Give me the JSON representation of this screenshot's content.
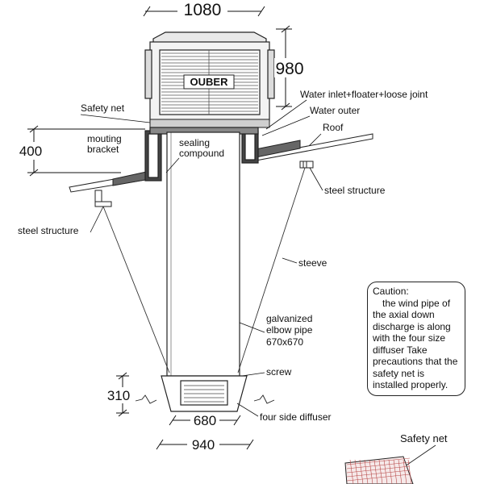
{
  "dimensions": {
    "top_width": "1080",
    "unit_height": "980",
    "bracket_height": "400",
    "pipe_size": "670x670",
    "diffuser_height": "310",
    "diffuser_inner": "680",
    "diffuser_outer": "940"
  },
  "brand": "OUBER",
  "labels": {
    "safety_net": "Safety net",
    "water_inlet": "Water inlet+floater+loose joint",
    "water_outer": "Water outer",
    "roof": "Roof",
    "mounting_bracket_1": "mouting",
    "mounting_bracket_2": "bracket",
    "sealing_1": "sealing",
    "sealing_2": "compound",
    "steel_right": "steel structure",
    "steel_left": "steel structure",
    "sleeve": "steeve",
    "pipe_1": "galvanized",
    "pipe_2": "elbow pipe",
    "screw": "screw",
    "diffuser": "four side diffuser",
    "safety_net_bottom": "Safety net"
  },
  "caution": {
    "title": "Caution:",
    "body": "the wind pipe of the axial down discharge is along with the four size diffuser Take precautions that the safety net is installed properly."
  }
}
